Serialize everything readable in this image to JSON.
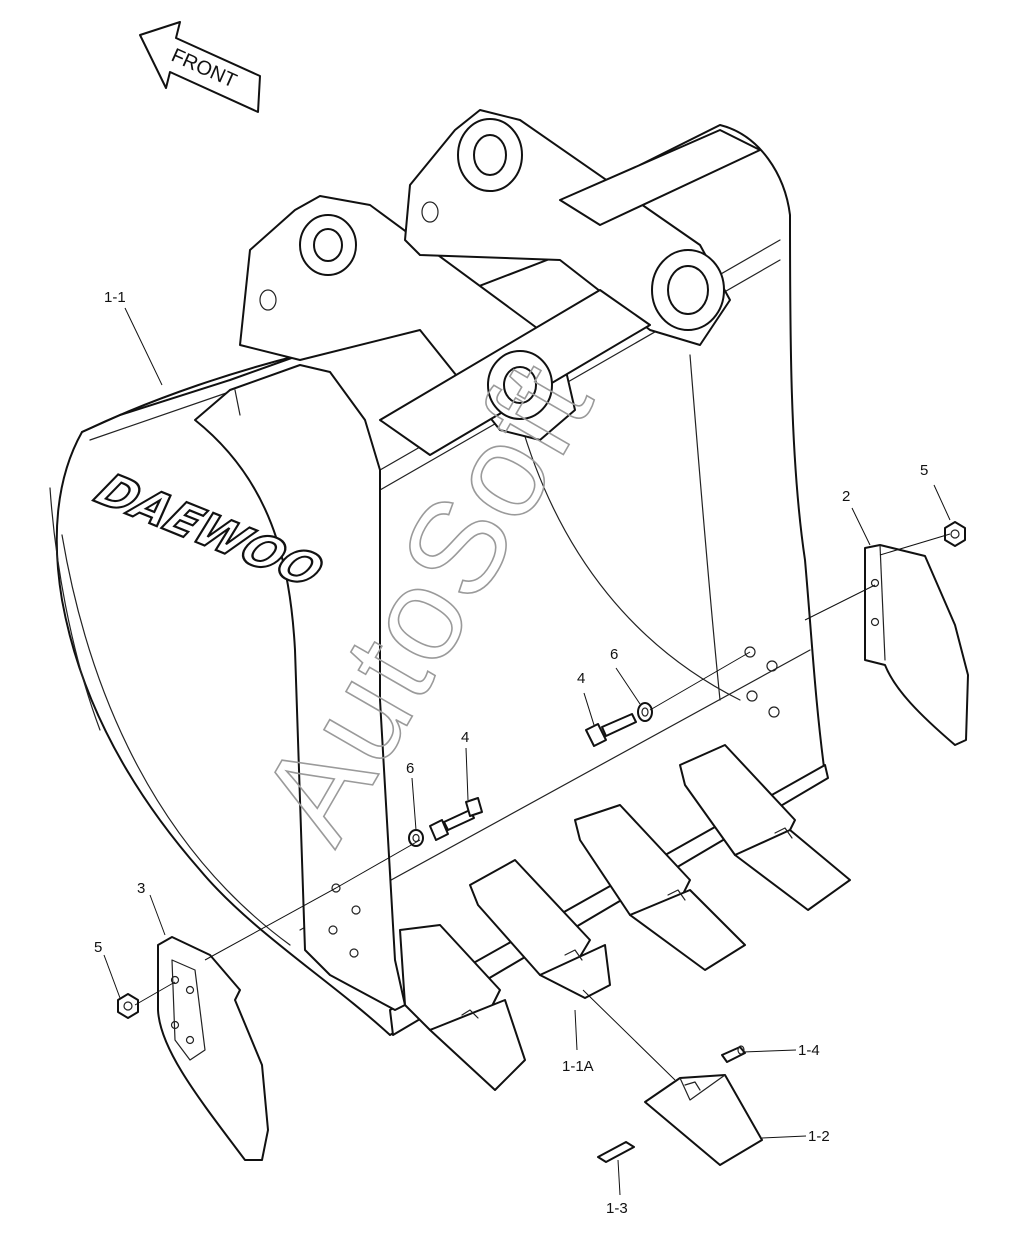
{
  "direction_label": "FRONT",
  "brand_logo_text": "DAEWOO",
  "watermark": "AutoSoft",
  "part_labels": {
    "bucket": "1-1",
    "adapter": "1-1A",
    "tooth_point": "1-2",
    "pin": "1-3",
    "lock": "1-4",
    "side_cutter_right": "2",
    "side_cutter_left": "3",
    "bolt_upper": "4",
    "bolt_lower": "4",
    "nut_right": "5",
    "nut_left": "5",
    "washer_upper": "6",
    "washer_lower": "6"
  }
}
